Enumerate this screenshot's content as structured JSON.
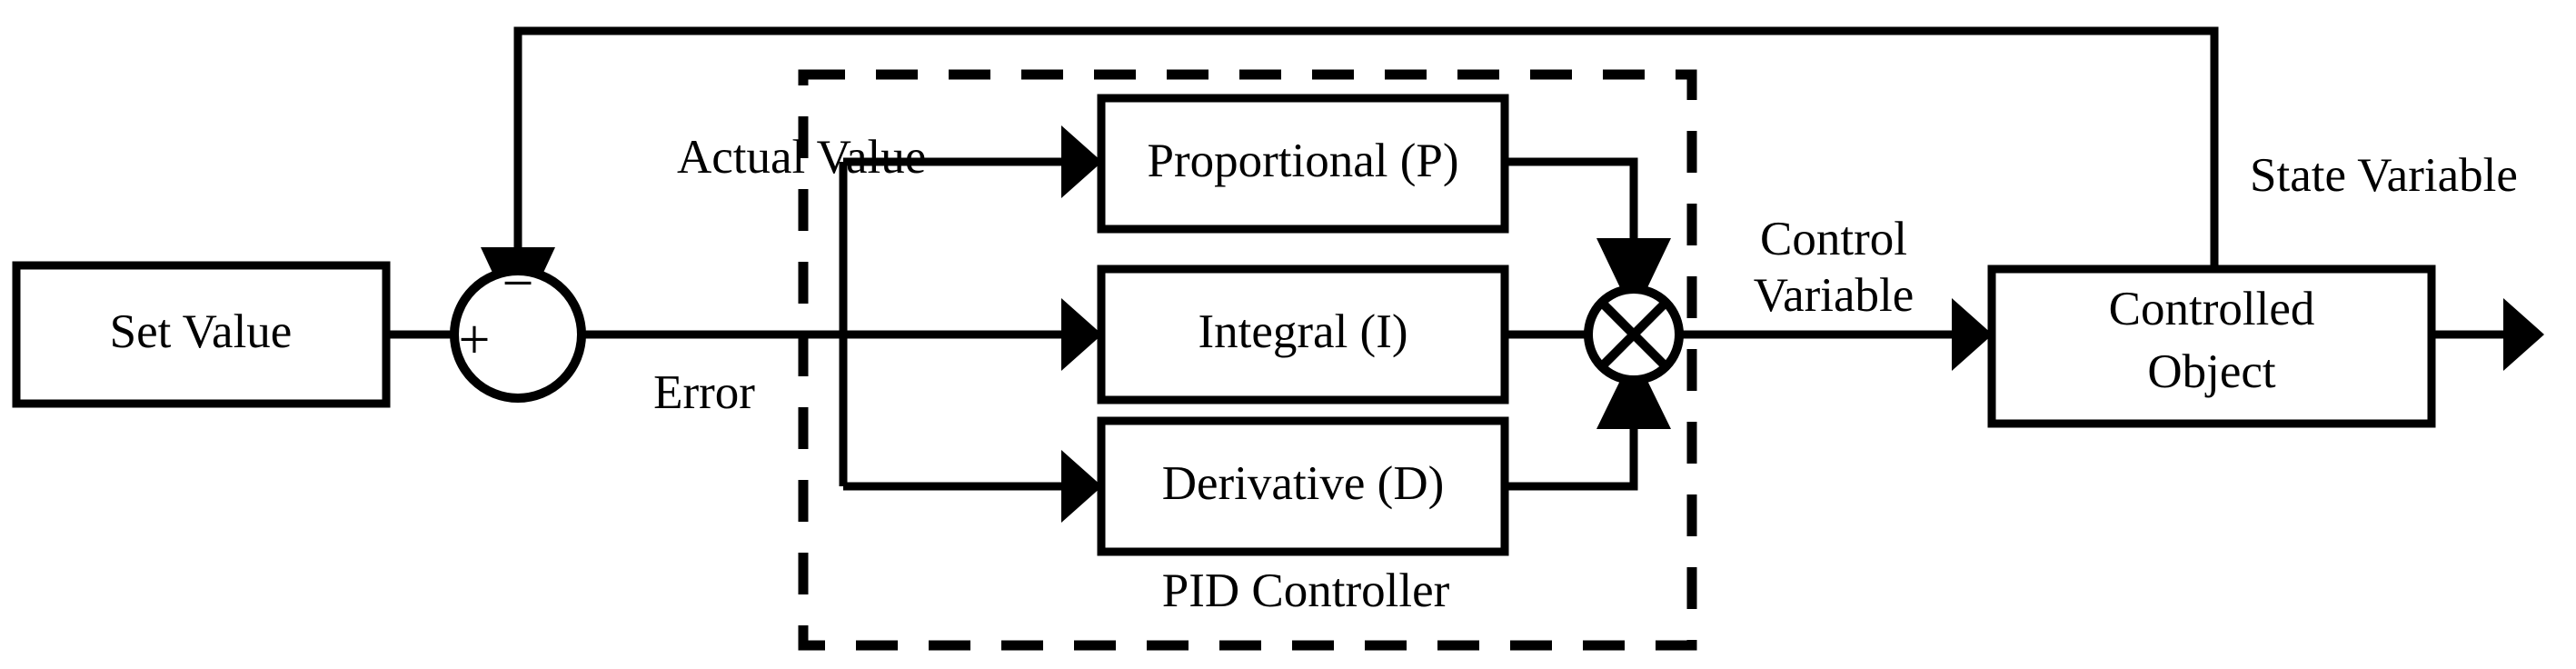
{
  "diagram": {
    "title": "PID Controller Block Diagram",
    "type": "control-system-block-diagram",
    "background_color": "#ffffff",
    "line_color": "#000000"
  },
  "blocks": {
    "set_value": {
      "label": "Set Value"
    },
    "proportional": {
      "label": "Proportional (P)"
    },
    "integral": {
      "label": "Integral (I)"
    },
    "derivative": {
      "label": "Derivative (D)"
    },
    "controlled_object": {
      "label_line1": "Controlled",
      "label_line2": "Object"
    }
  },
  "groups": {
    "pid_controller": {
      "label": "PID Controller",
      "border_style": "dashed"
    }
  },
  "junctions": {
    "error_summing": {
      "plus_sign": "+",
      "minus_sign": "−"
    },
    "pid_summing": {
      "symbol": "cross-circle"
    }
  },
  "signals": {
    "actual_value": {
      "label": "Actual Value"
    },
    "error": {
      "label": "Error"
    },
    "control_variable": {
      "label_line1": "Control",
      "label_line2": "Variable"
    },
    "state_variable": {
      "label": "State Variable"
    }
  }
}
